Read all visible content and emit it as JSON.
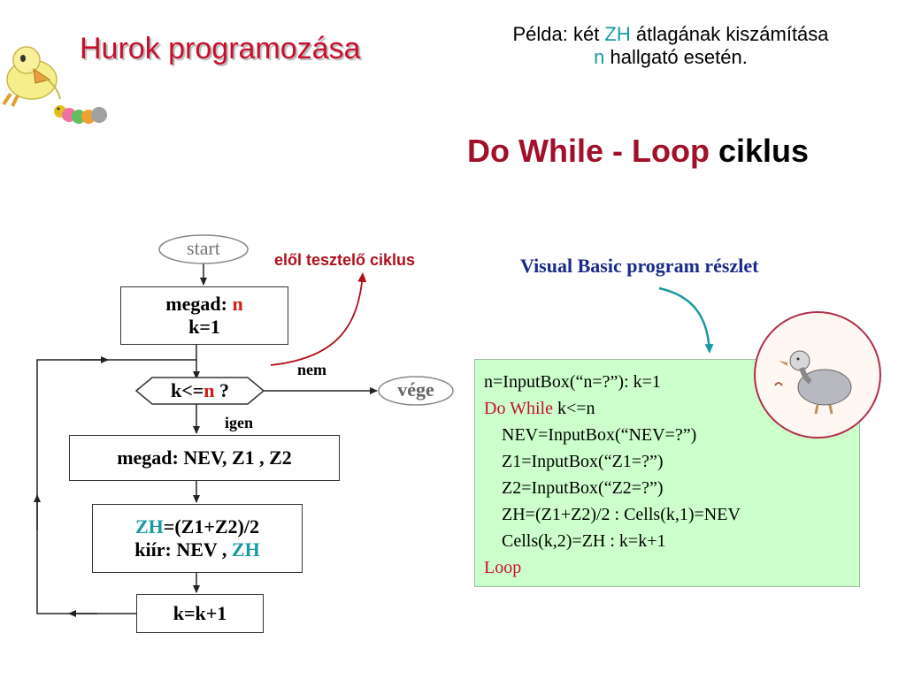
{
  "header": {
    "title": "Hurok programozása",
    "example_line1_a": "Példa: két ",
    "example_line1_zh": "ZH",
    "example_line1_b": " átlagának kiszámítása",
    "example_line2_n": "n",
    "example_line2_b": " hallgató esetén.",
    "loop_title_a": "Do While - Loop ",
    "loop_title_b": "ciklus"
  },
  "annotations": {
    "pretest": "elől tesztelő ciklus",
    "vb_note": "Visual Basic program részlet"
  },
  "flowchart": {
    "start": "start",
    "input1_label": "megad: ",
    "input1_var": "n",
    "input1_line2": "k=1",
    "condition_a": "k<=",
    "condition_var": "n",
    "condition_b": " ?",
    "no_label": "nem",
    "yes_label": "igen",
    "end": "vége",
    "input2": "megad: NEV, Z1 , Z2",
    "calc_zh": "ZH",
    "calc_expr": "=(Z1+Z2)/2",
    "print_label": "kiír: NEV , ",
    "print_zh": "ZH",
    "increment": "k=k+1"
  },
  "code": {
    "line1": "n=InputBox(“n=?”): k=1",
    "do_kw": "Do  While",
    "do_cond": " k<=n",
    "line3": "NEV=InputBox(“NEV=?”)",
    "line4": "Z1=InputBox(“Z1=?”)",
    "line5": "Z2=InputBox(“Z2=?”)",
    "line6": "ZH=(Z1+Z2)/2 : Cells(k,1)=NEV",
    "line7": "Cells(k,2)=ZH : k=k+1",
    "loop_kw": "Loop"
  },
  "colors": {
    "title_red": "#c8102e",
    "teal": "#1a9aa0",
    "maroon": "#a0102a",
    "code_bg": "#ccffcc",
    "vb_blue": "#1a2a8a"
  },
  "icons": [
    "duck-clipart-icon",
    "caterpillar-clipart-icon",
    "duck-medallion-icon"
  ]
}
